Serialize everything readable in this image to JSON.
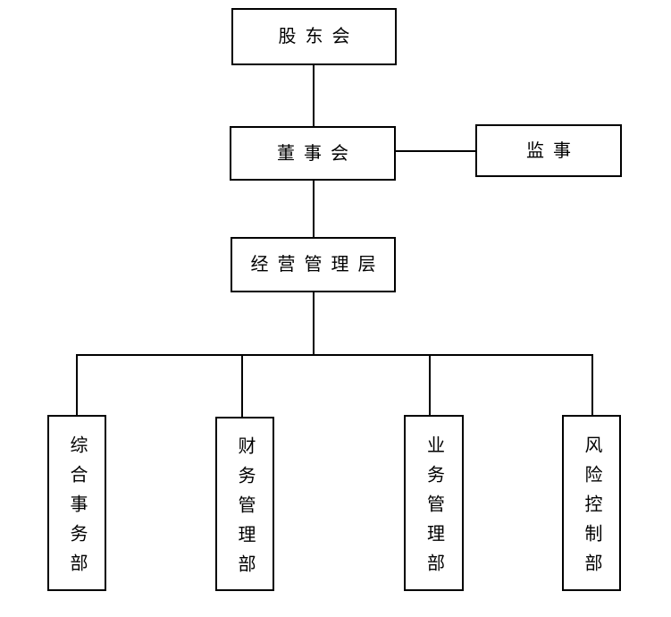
{
  "colors": {
    "background": "#ffffff",
    "border": "#000000",
    "text": "#000000",
    "line": "#000000"
  },
  "nodes": {
    "shareholders": {
      "label": "股东会"
    },
    "board": {
      "label": "董事会"
    },
    "supervisors": {
      "label": "监事"
    },
    "management": {
      "label": "经营管理层"
    },
    "dept_general_affairs": {
      "label": "综合事务部"
    },
    "dept_finance": {
      "label": "财务管理部"
    },
    "dept_business": {
      "label": "业务管理部"
    },
    "dept_risk_control": {
      "label": "风险控制部"
    }
  },
  "edges": [
    {
      "from": "股东会",
      "to": "董事会"
    },
    {
      "from": "董事会",
      "to": "监事"
    },
    {
      "from": "董事会",
      "to": "经营管理层"
    },
    {
      "from": "经营管理层",
      "to": "综合事务部"
    },
    {
      "from": "经营管理层",
      "to": "财务管理部"
    },
    {
      "from": "经营管理层",
      "to": "业务管理部"
    },
    {
      "from": "经营管理层",
      "to": "风险控制部"
    }
  ]
}
